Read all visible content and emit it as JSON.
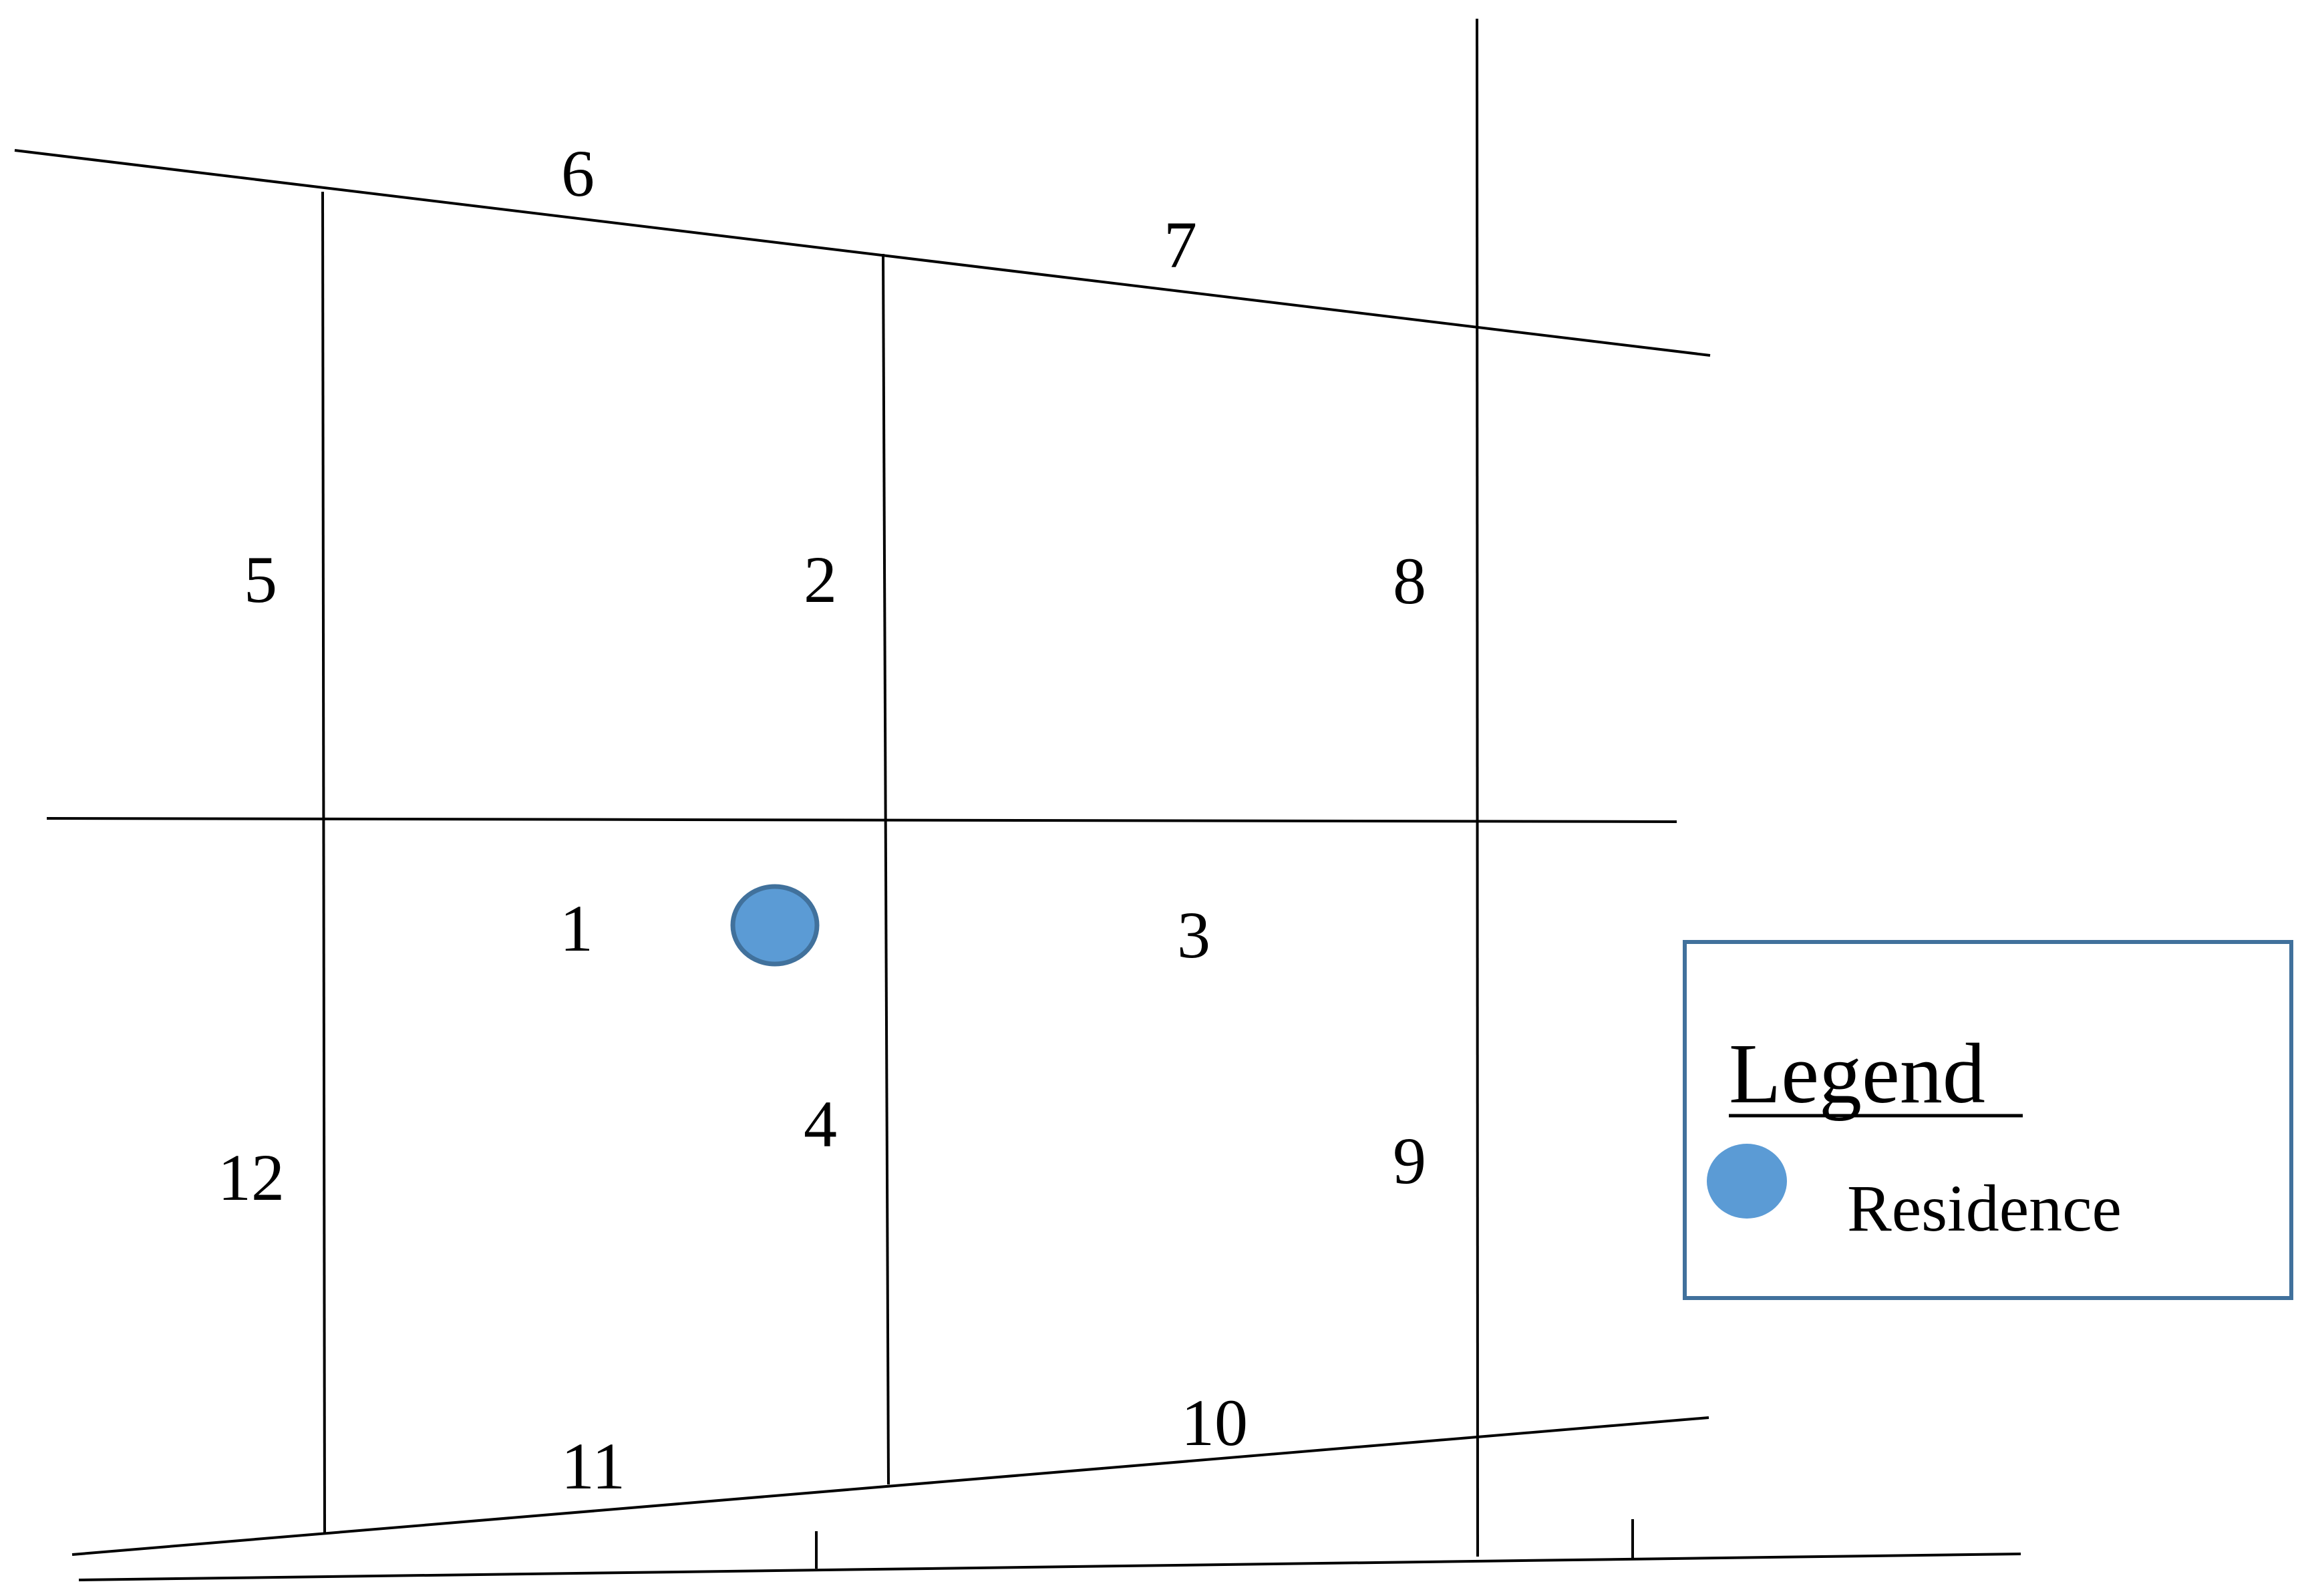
{
  "segments": {
    "s1": "1",
    "s2": "2",
    "s3": "3",
    "s4": "4",
    "s5": "5",
    "s6": "6",
    "s7": "7",
    "s8": "8",
    "s9": "9",
    "s10": "10",
    "s11": "11",
    "s12": "12"
  },
  "legend": {
    "title": "Legend",
    "items": [
      {
        "label": "Residence",
        "color": "#5b9bd5",
        "marker": "residence-marker"
      }
    ]
  },
  "colors": {
    "road": "#000000",
    "residence_fill": "#5b9bd5",
    "residence_stroke": "#41719c",
    "legend_border": "#41719c"
  }
}
